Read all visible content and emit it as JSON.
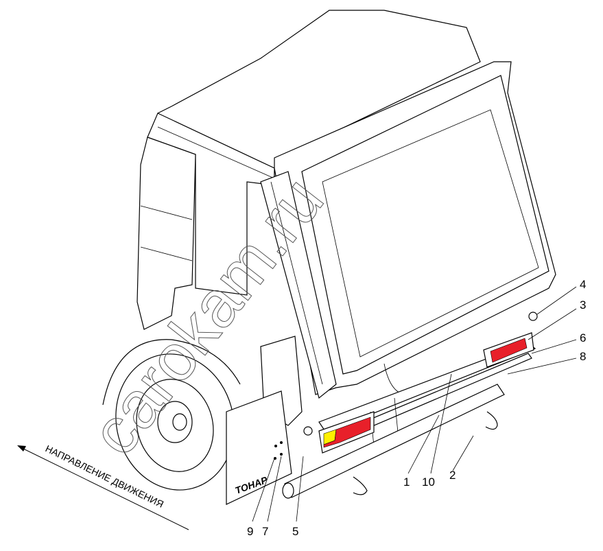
{
  "diagram": {
    "title": "Rear lighting and underrun bar installation",
    "direction_label": "НАПРАВЛЕНИЕ ДВИЖЕНИЯ",
    "mudflap_text": "ТОНАР",
    "watermark": "carokam.ru",
    "callouts": [
      "1",
      "2",
      "3",
      "4",
      "5",
      "6",
      "7",
      "8",
      "9",
      "10"
    ],
    "colors": {
      "lamp_red": "#e8202a",
      "lamp_yellow": "#ffef00",
      "line": "#000000"
    }
  }
}
